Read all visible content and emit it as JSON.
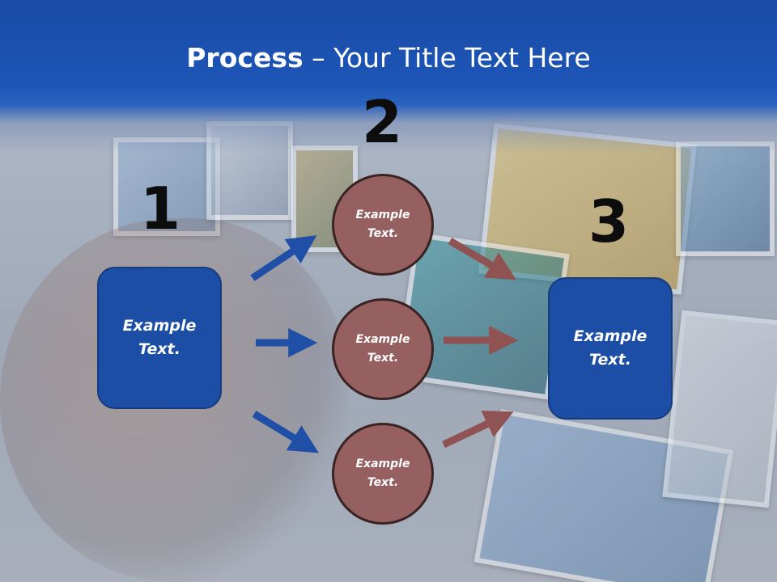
{
  "title": {
    "bold": "Process",
    "rest": " – Your Title Text Here"
  },
  "steps": {
    "one": "1",
    "two": "2",
    "three": "3"
  },
  "left_box": {
    "text": "Example Text."
  },
  "right_box": {
    "text": "Example Text."
  },
  "circles": [
    {
      "text": "Example Text."
    },
    {
      "text": "Example Text."
    },
    {
      "text": "Example Text."
    }
  ],
  "colors": {
    "header": "#1d55b7",
    "box_fill": "#1d4ea5",
    "circle_fill": "#976060",
    "blue_arrow": "#1f4fa7",
    "red_arrow": "#8f5353"
  }
}
